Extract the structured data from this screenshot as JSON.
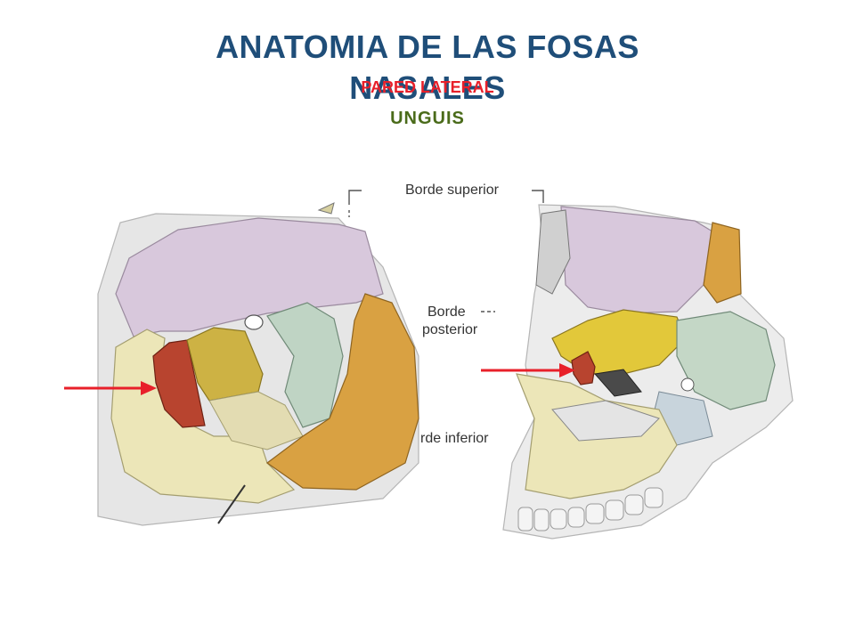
{
  "slide": {
    "title_line1": "ANATOMIA DE LAS FOSAS",
    "title_line2": "NASALES",
    "subtitle": "PARED LATERAL",
    "subtitle2": "UNGUIS"
  },
  "figure": {
    "labels": {
      "superior": "Borde superior",
      "posterior_1": "Borde",
      "posterior_2": "posterior",
      "inferior": "rde inferior"
    }
  },
  "colors": {
    "title": "#1f4e79",
    "subtitle": "#e8202a",
    "subtitle2": "#4a6b1a",
    "arrow": "#e8202a",
    "lacrimal": "#b8442f",
    "frontal": "#d8c8dc",
    "maxilla": "#ece6b8",
    "ethmoid": "#bfd4c4",
    "zygomatic": "#d9a142",
    "sphenoid": "#d7c22e",
    "nasal": "#e3d7a0",
    "palatine": "#c8d4dc"
  }
}
